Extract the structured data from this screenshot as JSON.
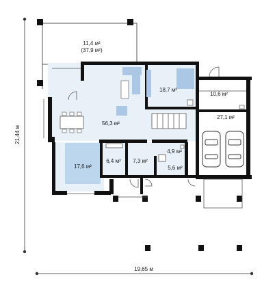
{
  "dimensions": {
    "height": "21,44 м",
    "width": "19,65 м"
  },
  "rooms": {
    "terrace": {
      "area": "11,4 м²",
      "area_total": "(37,9 м²)"
    },
    "bedroom": {
      "area": "18,7 м²"
    },
    "utility": {
      "area": "10,6 м²"
    },
    "living": {
      "area": "56,3 м²"
    },
    "garage": {
      "area": "27,1 м²"
    },
    "kitchen": {
      "area": "17,6 м²"
    },
    "pantry": {
      "area": "6,4 м²"
    },
    "hall": {
      "area": "7,3 м²"
    },
    "bathroom": {
      "area": "4,9 м²"
    },
    "vestibule": {
      "area": "5,6 м²"
    }
  },
  "colors": {
    "floor": "#e8f1f8",
    "kitchen_floor": "#bcd6ee",
    "furniture": "#aac8e6",
    "wall": "#111111",
    "line": "#555555"
  }
}
